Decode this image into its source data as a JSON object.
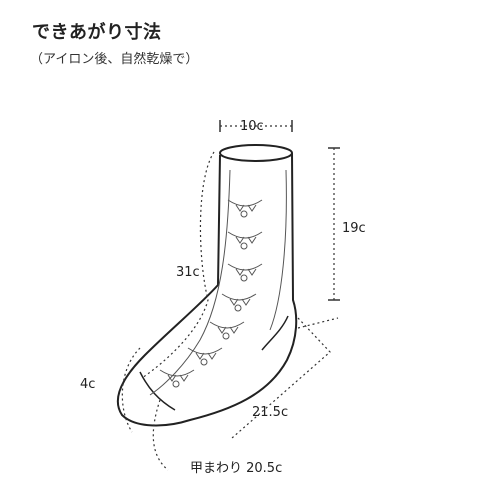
{
  "heading": {
    "title": "できあがり寸法",
    "subtitle": "（アイロン後、自然乾燥で）"
  },
  "dimensions": {
    "top_width": "10c",
    "height": "19c",
    "leg_length": "31c",
    "heel": "4c",
    "foot_length": "21.5c",
    "instep": "甲まわり 20.5c"
  }
}
